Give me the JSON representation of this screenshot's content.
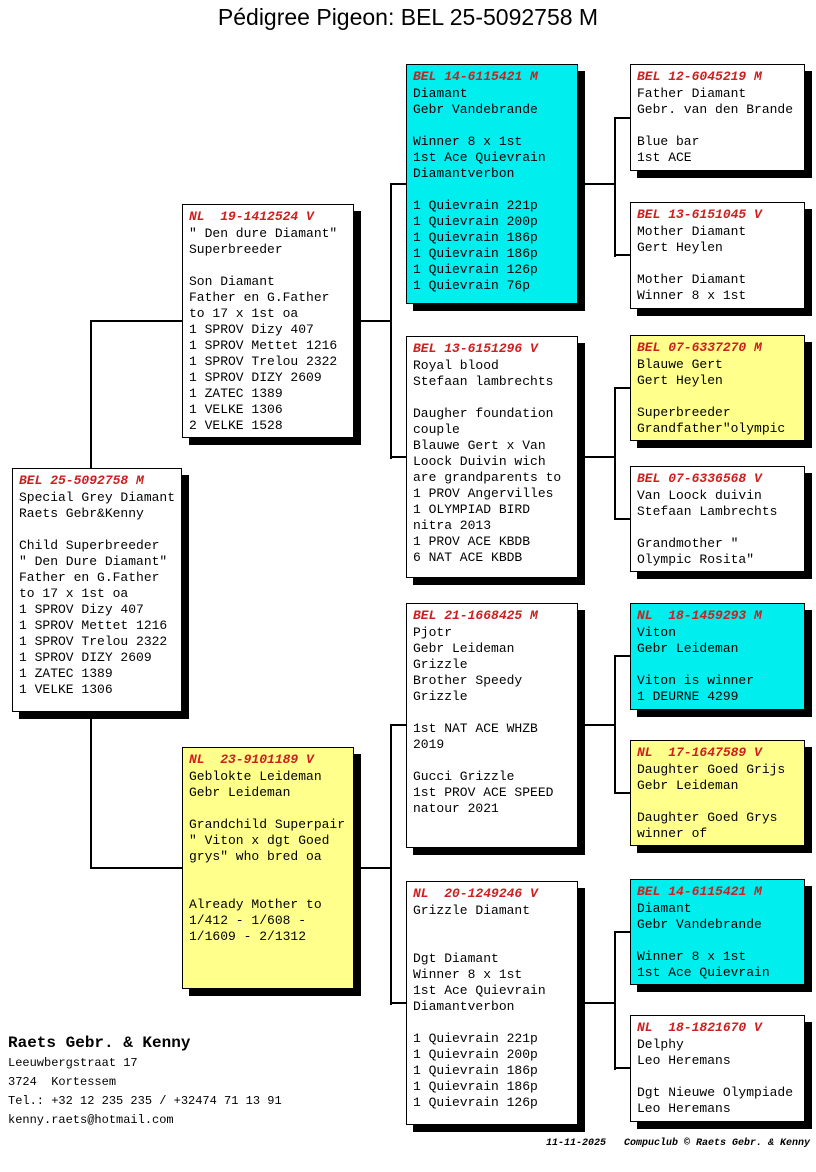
{
  "title": "Pédigree Pigeon: BEL 25-5092758 M",
  "colors": {
    "cyan": "#00eeee",
    "yellow": "#ffff8c",
    "white": "#ffffff",
    "header_red": "#cc2020"
  },
  "boxes": [
    {
      "id": "subject",
      "color": "white",
      "ring": "BEL 25-5092758 M",
      "text": "Special Grey Diamant\nRaets Gebr&Kenny\n\nChild Superbreeder\n\" Den Dure Diamant\"\nFather en G.Father\nto 17 x 1st oa\n1 SPROV Dizy 407\n1 SPROV Mettet 1216\n1 SPROV Trelou 2322\n1 SPROV DIZY 2609\n1 ZATEC 1389\n1 VELKE 1306"
    },
    {
      "id": "father",
      "color": "white",
      "ring": "NL  19-1412524 V",
      "text": "\" Den dure Diamant\"\nSuperbreeder\n\nSon Diamant\nFather en G.Father\nto 17 x 1st oa\n1 SPROV Dizy 407\n1 SPROV Mettet 1216\n1 SPROV Trelou 2322\n1 SPROV DIZY 2609\n1 ZATEC 1389\n1 VELKE 1306\n2 VELKE 1528"
    },
    {
      "id": "mother",
      "color": "yellow",
      "ring": "NL  23-9101189 V",
      "text": "Geblokte Leideman\nGebr Leideman\n\nGrandchild Superpair\n\" Viton x dgt Goed\ngrys\" who bred oa\n\n\nAlready Mother to\n1/412 - 1/608 -\n1/1609 - 2/1312"
    },
    {
      "id": "gp1",
      "color": "cyan",
      "ring": "BEL 14-6115421 M",
      "text": "Diamant\nGebr Vandebrande\n\nWinner 8 x 1st\n1st Ace Quievrain\nDiamantverbon\n\n1 Quievrain 221p\n1 Quievrain 200p\n1 Quievrain 186p\n1 Quievrain 186p\n1 Quievrain 126p\n1 Quievrain 76p"
    },
    {
      "id": "gp2",
      "color": "white",
      "ring": "BEL 13-6151296 V",
      "text": "Royal blood\nStefaan lambrechts\n\nDaugher foundation\ncouple\nBlauwe Gert x Van\nLoock Duivin wich\nare grandparents to\n1 PROV Angervilles\n1 OLYMPIAD BIRD\nnitra 2013\n1 PROV ACE KBDB\n6 NAT ACE KBDB"
    },
    {
      "id": "gp3",
      "color": "white",
      "ring": "BEL 21-1668425 M",
      "text": "Pjotr\nGebr Leideman\nGrizzle\nBrother Speedy\nGrizzle\n\n1st NAT ACE WHZB\n2019\n\nGucci Grizzle\n1st PROV ACE SPEED\nnatour 2021"
    },
    {
      "id": "gp4",
      "color": "white",
      "ring": "NL  20-1249246 V",
      "text": "Grizzle Diamant\n\n\nDgt Diamant\nWinner 8 x 1st\n1st Ace Quievrain\nDiamantverbon\n\n1 Quievrain 221p\n1 Quievrain 200p\n1 Quievrain 186p\n1 Quievrain 186p\n1 Quievrain 126p"
    },
    {
      "id": "ggp1",
      "color": "white",
      "ring": "BEL 12-6045219 M",
      "text": "Father Diamant\nGebr. van den Brande\n\nBlue bar\n1st ACE"
    },
    {
      "id": "ggp2",
      "color": "white",
      "ring": "BEL 13-6151045 V",
      "text": "Mother Diamant\nGert Heylen\n\nMother Diamant\nWinner 8 x 1st"
    },
    {
      "id": "ggp3",
      "color": "yellow",
      "ring": "BEL 07-6337270 M",
      "text": "Blauwe Gert\nGert Heylen\n\nSuperbreeder\nGrandfather\"olympic"
    },
    {
      "id": "ggp4",
      "color": "white",
      "ring": "BEL 07-6336568 V",
      "text": "Van Loock duivin\nStefaan Lambrechts\n\nGrandmother \"\nOlympic Rosita\""
    },
    {
      "id": "ggp5",
      "color": "cyan",
      "ring": "NL  18-1459293 M",
      "text": "Viton\nGebr Leideman\n\nViton is winner\n1 DEURNE 4299"
    },
    {
      "id": "ggp6",
      "color": "yellow",
      "ring": "NL  17-1647589 V",
      "text": "Daughter Goed Grijs\nGebr Leideman\n\nDaughter Goed Grys\nwinner of"
    },
    {
      "id": "ggp7",
      "color": "cyan",
      "ring": "BEL 14-6115421 M",
      "text": "Diamant\nGebr Vandebrande\n\nWinner 8 x 1st\n1st Ace Quievrain"
    },
    {
      "id": "ggp8",
      "color": "white",
      "ring": "NL  18-1821670 V",
      "text": "Delphy\nLeo Heremans\n\nDgt Nieuwe Olympiade\nLeo Heremans"
    }
  ],
  "owner": {
    "name": "Raets Gebr. & Kenny",
    "address": "Leeuwbergstraat 17\n3724  Kortessem\nTel.: +32 12 235 235 / +32474 71 13 91\nkenny.raets@hotmail.com"
  },
  "footer": {
    "date": "11-11-2025",
    "credit": "Compuclub © Raets Gebr. & Kenny"
  }
}
